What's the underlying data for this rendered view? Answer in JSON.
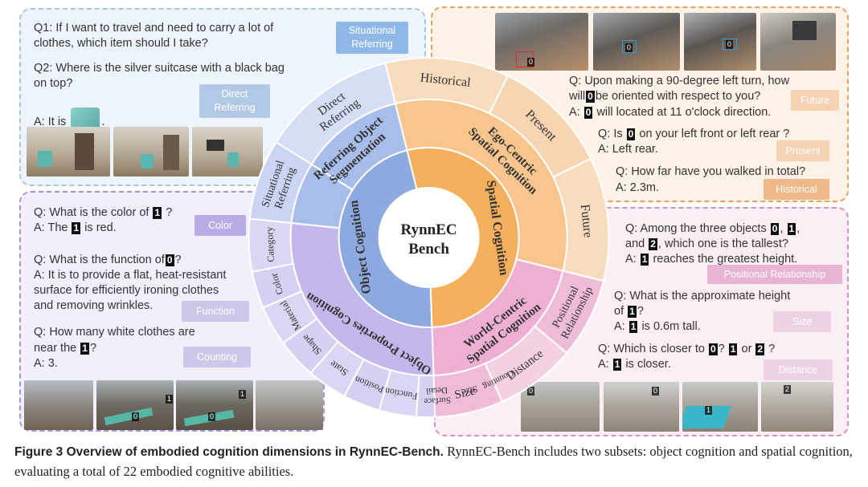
{
  "colors": {
    "object_dark": "#8ea8e0",
    "object_light": "#c8d4f2",
    "properties": "#c2b6ea",
    "spatial_orange": "#f4b05c",
    "ego_light": "#f7cfa2",
    "world_pink": "#e7a3c8",
    "world_light": "#f2cde0",
    "center": "#ffffff"
  },
  "center": {
    "line1": "RynnEC",
    "line2": "Bench"
  },
  "ring1": {
    "object": "Object Cognition",
    "spatial": "Spatial Cognition"
  },
  "ring2": {
    "referring": [
      "Referring Object",
      "Segmentation"
    ],
    "properties": "Object Properties Cognition",
    "ego": [
      "Ego-Centric",
      "Spatial Cognition"
    ],
    "world": [
      "World-Centric",
      "Spatial Cognition"
    ]
  },
  "ring3": {
    "direct_referring": [
      "Direct",
      "Referring"
    ],
    "situational_referring": [
      "Situational",
      "Referring"
    ],
    "category": "Category",
    "color": "Color",
    "material": "Material",
    "shape": "Shape",
    "state": "State",
    "position": "Position",
    "function": "Function",
    "surface_detail": [
      "Surface",
      "Detail"
    ],
    "size": "Size",
    "counting": "Counting",
    "historical": "Historical",
    "present": "Present",
    "future": "Future",
    "positional_relationship": [
      "Positional",
      "Relationship"
    ],
    "distance": "Distance",
    "size_spatial": "Size"
  },
  "panel_referring": {
    "q1": "Q1: If I want to travel and need to carry a lot of",
    "q1b": "clothes, which item should I take?",
    "q2": "Q2: Where is the silver suitcase with a black bag",
    "q2b": "on top?",
    "a_prefix": "A: It is",
    "a_suffix": ".",
    "tag_situational": [
      "Situational",
      "Referring"
    ],
    "tag_direct": [
      "Direct",
      "Referring"
    ]
  },
  "panel_ego": {
    "q1": "Q: Upon making a 90-degree left turn, how",
    "q1b_pre": "will",
    "q1b_mark": "0",
    "q1b_post": "be oriented with respect to you?",
    "a1_pre": "A:",
    "a1_mark": "0",
    "a1_post": "will located at 11 o'clock direction.",
    "tag_future": "Future",
    "q2_pre": "Q: Is",
    "q2_mark": "0",
    "q2_post": "on your left front or left rear ?",
    "a2": "A: Left rear.",
    "tag_present": "Present",
    "q3": "Q: How far have you walked in total?",
    "a3": "A: 2.3m.",
    "tag_historical": "Historical",
    "thumb_labels": [
      "0",
      "0",
      "0"
    ]
  },
  "panel_properties": {
    "q1_pre": "Q: What is the color of",
    "q1_mark": "1",
    "q1_post": "?",
    "a1_pre": "A: The",
    "a1_mark": "1",
    "a1_post": "is red.",
    "tag_color": "Color",
    "q2_pre": "Q: What is the function of",
    "q2_mark": "0",
    "q2_post": "?",
    "a2": "A: It is to provide a flat, heat-resistant",
    "a2b": "surface for efficiently ironing clothes",
    "a2c": "and removing wrinkles.",
    "tag_function": "Function",
    "q3": "Q: How many white clothes are",
    "q3b_pre": "near the",
    "q3b_mark": "1",
    "q3b_post": "?",
    "a3": "A: 3.",
    "tag_counting": "Counting",
    "thumb_labels": [
      "1",
      "0",
      "1",
      "0"
    ]
  },
  "panel_world": {
    "q1_pre": "Q: Among the three objects",
    "q1_m1": "0",
    "q1_m2": "1",
    "q1b_pre": "and",
    "q1b_m": "2",
    "q1b_post": ", which one is the tallest?",
    "a1_pre": "A:",
    "a1_mark": "1",
    "a1_post": "reaches the greatest height.",
    "tag_positional": "Positional Relationship",
    "q2": "Q: What is the approximate height",
    "q2b_pre": "of",
    "q2b_mark": "1",
    "q2b_post": "?",
    "a2_pre": "A:",
    "a2_mark": "1",
    "a2_post": "is 0.6m tall.",
    "tag_size": "Size",
    "q3_pre": "Q: Which is closer to",
    "q3_m0": "0",
    "q3_mid": "?",
    "q3_m1": "1",
    "q3_or": "or",
    "q3_m2": "2",
    "q3_post": "?",
    "a3_pre": "A:",
    "a3_mark": "1",
    "a3_post": "is closer.",
    "tag_distance": "Distance",
    "thumb_labels": [
      "0",
      "0",
      "1",
      "2"
    ]
  },
  "caption": {
    "heading": "Figure 3   Overview of embodied cognition dimensions in RynnEC-Bench.",
    "text": " RynnEC-Bench includes two subsets: object cognition and spatial cognition, evaluating a total of 22 embodied cognitive abilities."
  }
}
